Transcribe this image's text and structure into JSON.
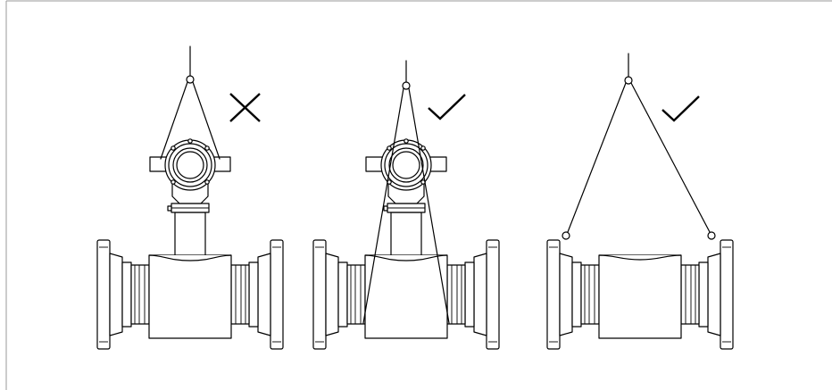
{
  "figure": {
    "panels": [
      {
        "id": "lift-by-transmitter",
        "verdict": "incorrect",
        "verdict_icon": "cross-icon"
      },
      {
        "id": "lift-by-body-with-transmitter",
        "verdict": "correct",
        "verdict_icon": "check-icon"
      },
      {
        "id": "lift-by-body-lugs",
        "verdict": "correct",
        "verdict_icon": "check-icon"
      }
    ],
    "colors": {
      "line": "#000000",
      "background": "#ffffff",
      "frame": "#999999"
    }
  }
}
